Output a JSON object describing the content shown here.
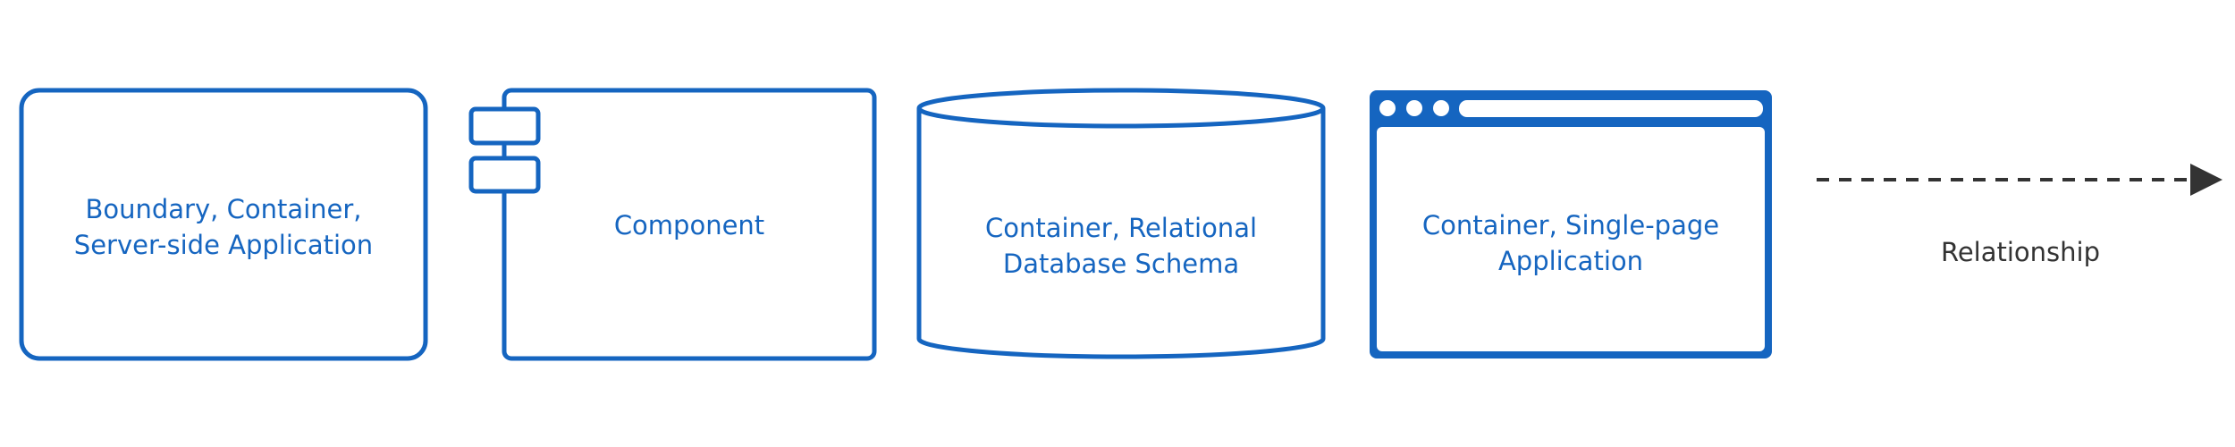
{
  "colors": {
    "stroke": "#1565c0",
    "label": "#1565c0",
    "relationship_line": "#333333",
    "relationship_text": "#333333",
    "background": "#ffffff"
  },
  "legend": {
    "boundary_container": {
      "line1": "Boundary, Container,",
      "line2": "Server-side Application"
    },
    "component": {
      "line1": "Component"
    },
    "database": {
      "line1": "Container, Relational",
      "line2": "Database Schema"
    },
    "spa": {
      "line1": "Container, Single-page",
      "line2": "Application"
    },
    "relationship": {
      "label": "Relationship",
      "line_style": "dashed",
      "arrow_icon": "arrow-head-icon"
    }
  }
}
